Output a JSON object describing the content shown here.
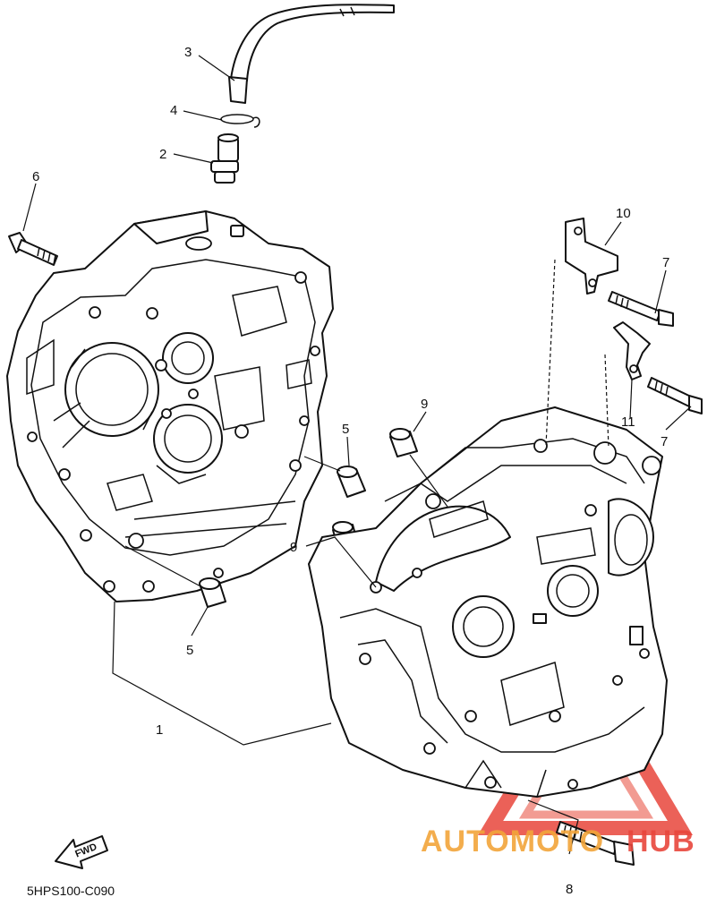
{
  "diagram": {
    "callouts": [
      {
        "id": "c1",
        "label": "1"
      },
      {
        "id": "c2",
        "label": "2"
      },
      {
        "id": "c3",
        "label": "3"
      },
      {
        "id": "c4",
        "label": "4"
      },
      {
        "id": "c5a",
        "label": "5"
      },
      {
        "id": "c5b",
        "label": "5"
      },
      {
        "id": "c6",
        "label": "6"
      },
      {
        "id": "c7a",
        "label": "7"
      },
      {
        "id": "c7b",
        "label": "7"
      },
      {
        "id": "c8",
        "label": "8"
      },
      {
        "id": "c9a",
        "label": "9"
      },
      {
        "id": "c9b",
        "label": "9"
      },
      {
        "id": "c10",
        "label": "10"
      },
      {
        "id": "c11",
        "label": "11"
      }
    ],
    "fwd_label": "FWD",
    "drawing_code": "5HPS100-C090"
  },
  "watermark": {
    "text_part1": "AUTOMOTO",
    "text_part2": "HUB",
    "color_primary": "#e8463c",
    "color_secondary": "#f2a53a"
  }
}
